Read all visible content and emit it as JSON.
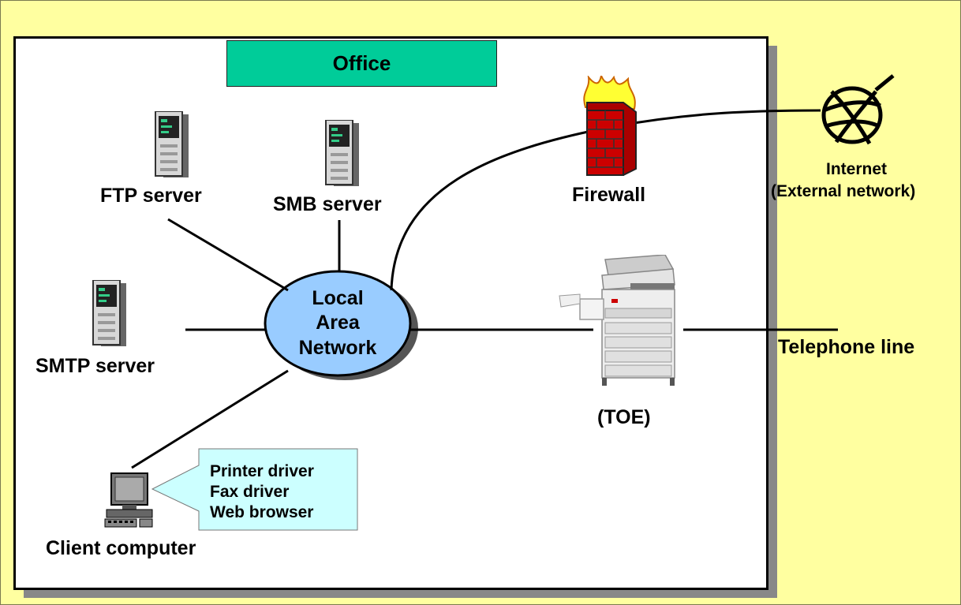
{
  "office": {
    "title": "Office"
  },
  "nodes": {
    "ftp": "FTP server",
    "smb": "SMB server",
    "smtp": "SMTP server",
    "client": "Client computer",
    "firewall": "Firewall",
    "internet_line1": "Internet",
    "internet_line2": "(External network)",
    "toe": "(TOE)",
    "telephone": "Telephone line"
  },
  "lan": {
    "line1": "Local",
    "line2": "Area",
    "line3": "Network"
  },
  "client_software": [
    "Printer driver",
    "Fax driver",
    "Web browser"
  ],
  "colors": {
    "background": "#ffffa0",
    "office_label": "#00cc99",
    "lan_fill": "#99ccff",
    "callout_fill": "#ccffff",
    "firewall_brick": "#cc0000",
    "firewall_flame": "#ffff33"
  },
  "icons": [
    "server-icon",
    "firewall-icon",
    "globe-icon",
    "multifunction-printer-icon",
    "computer-icon"
  ]
}
